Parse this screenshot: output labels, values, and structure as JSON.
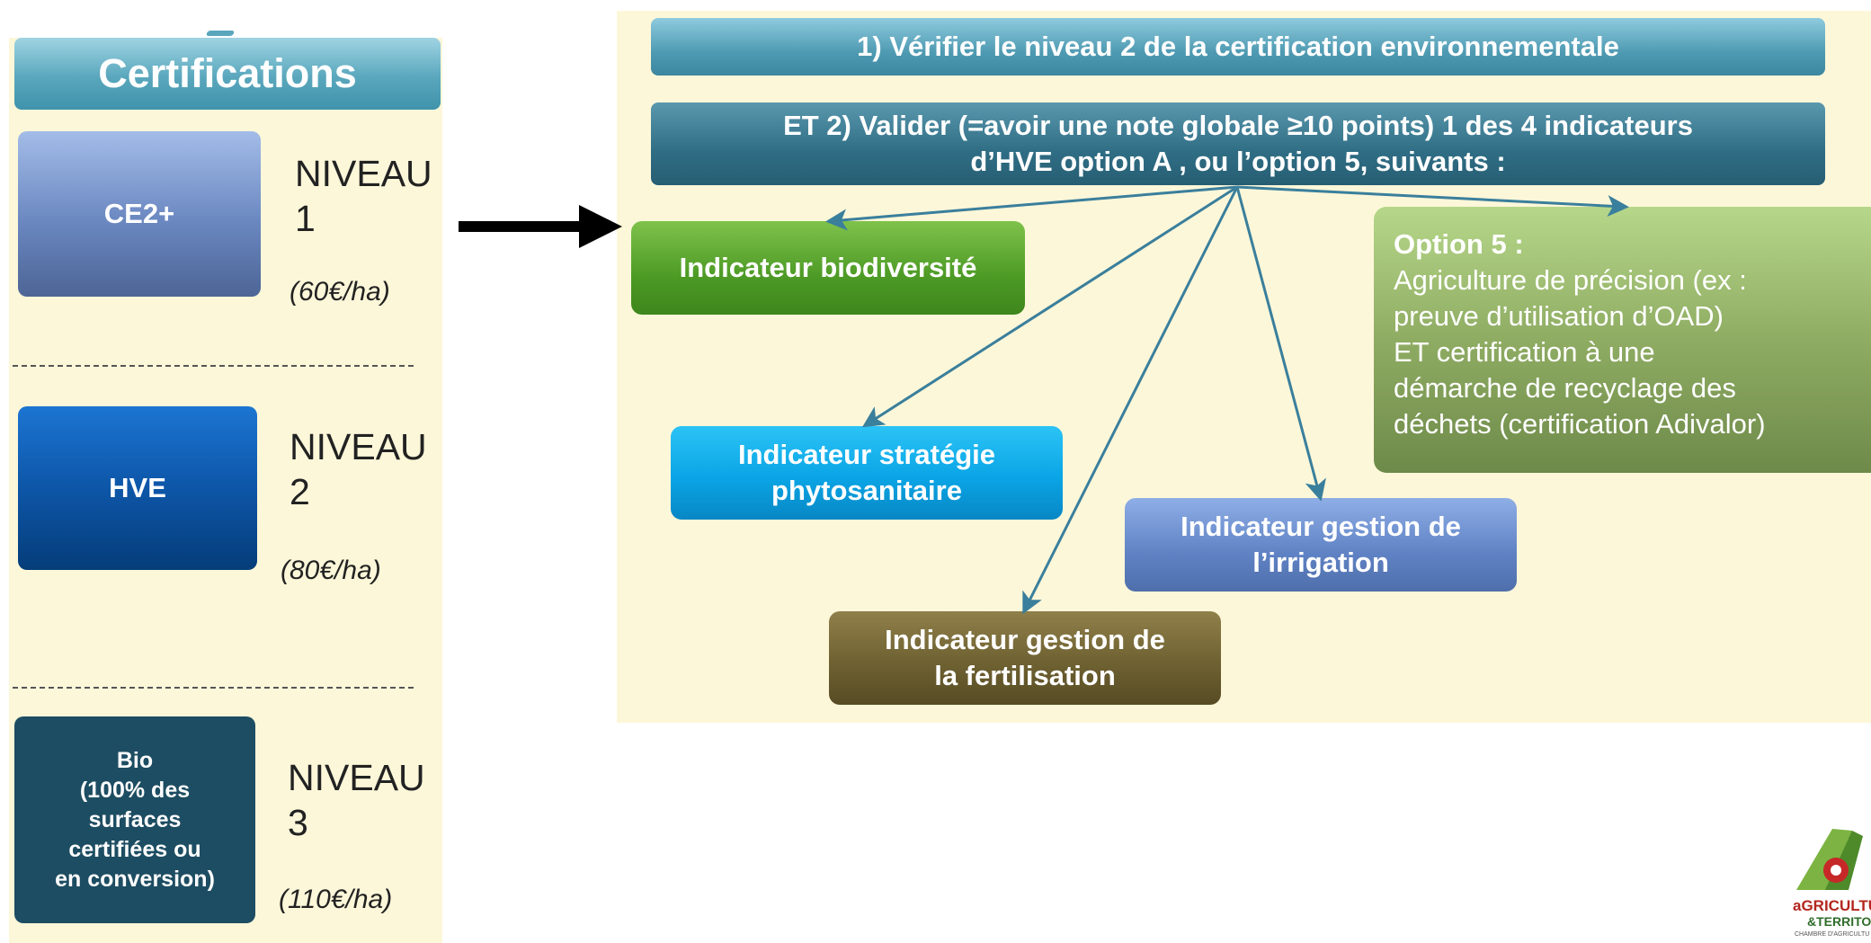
{
  "certifications": {
    "header": "Certifications",
    "levels": [
      {
        "box_label": "CE2+",
        "niveau": "NIVEAU",
        "niveau_num": "1",
        "price": "(60€/ha)"
      },
      {
        "box_label": "HVE",
        "niveau": "NIVEAU",
        "niveau_num": "2",
        "price": "(80€/ha)"
      },
      {
        "box_label_lines": [
          "Bio",
          "(100% des",
          "surfaces",
          "certifiées ou",
          "en conversion)"
        ],
        "niveau": "NIVEAU",
        "niveau_num": "3",
        "price": "(110€/ha)"
      }
    ]
  },
  "hve_conditions": {
    "step1": "1) Vérifier le niveau 2 de la certification environnementale",
    "step2_lines": [
      "ET 2) Valider (=avoir une note globale ≥10 points) 1 des 4 indicateurs",
      "d’HVE option A , ou l’option 5, suivants :"
    ],
    "indicators": {
      "biodiversite": [
        "Indicateur biodiversité"
      ],
      "phyto": [
        "Indicateur stratégie",
        "phytosanitaire"
      ],
      "irrigation": [
        "Indicateur gestion de",
        "l’irrigation"
      ],
      "fertilisation": [
        "Indicateur gestion de",
        "la fertilisation"
      ]
    },
    "option5": {
      "title": "Option 5 :",
      "lines": [
        "Agriculture de précision (ex :",
        "preuve d’utilisation d’OAD)",
        "ET certification à une",
        "démarche de recyclage des",
        "déchets (certification Adivalor)"
      ]
    }
  },
  "logo": {
    "line1": "aGRICULTUR",
    "line2": "&TERRITOIR",
    "line3": "CHAMBRE D'AGRICULTU"
  },
  "colors": {
    "panel_bg": "#fdf7d9",
    "arrow": "#3a7f9c"
  }
}
